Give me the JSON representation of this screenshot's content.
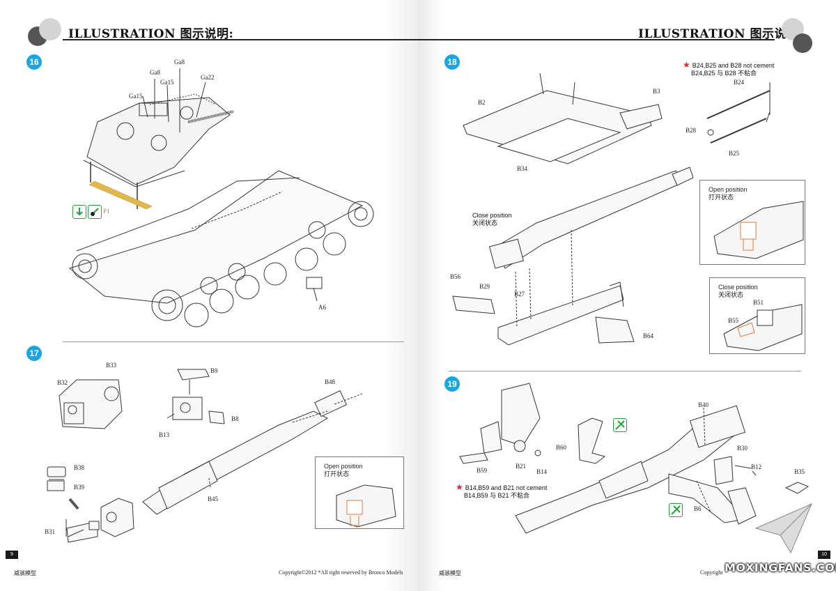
{
  "left_page": {
    "header": "ILLUSTRATION 图示说明:",
    "page_number": "9",
    "footer_left": "威骇模型",
    "footer_copyright": "Copyright©2012  *All right reserved by Bronco Models",
    "step16": {
      "number": "16",
      "labels": [
        "Ga8",
        "Ga8",
        "Ga15",
        "Ga22",
        "Ga15",
        "P1",
        "A6"
      ]
    },
    "step17": {
      "number": "17",
      "labels": [
        "B33",
        "B32",
        "B9",
        "B8",
        "B13",
        "B48",
        "B38",
        "B39",
        "B45",
        "B31"
      ],
      "inset": {
        "caption_en": "Open position",
        "caption_cn": "打开状态"
      }
    }
  },
  "right_page": {
    "header": "ILLUSTRATION 图示说明:",
    "page_number": "10",
    "footer_left": "威骇模型",
    "footer_copyright": "Copyright",
    "step18": {
      "number": "18",
      "labels": [
        "B2",
        "B3",
        "B34",
        "B24",
        "B28",
        "B25",
        "B56",
        "B29",
        "B27",
        "B64",
        "B51",
        "B55"
      ],
      "note_en": "B24,B25 and B28 not cement",
      "note_cn": "B24,B25 与 B28 不粘合",
      "close_caption_en": "Close position",
      "close_caption_cn": "关闭状态",
      "inset_open": {
        "caption_en": "Open position",
        "caption_cn": "打开状态"
      },
      "inset_close": {
        "caption_en": "Close position",
        "caption_cn": "关闭状态"
      }
    },
    "step19": {
      "number": "19",
      "labels": [
        "B40",
        "B60",
        "B30",
        "B12",
        "B59",
        "B21",
        "B14",
        "B35",
        "B6"
      ],
      "note_en": "B14,B59 and B21 not cement",
      "note_cn": "B14,B59 与 B21 不粘合"
    },
    "watermark": "MOXINGFANS.COM"
  },
  "colors": {
    "step_badge": "#1aa6e0",
    "note_star": "#e0262a",
    "photo_etch": "#e2b84a",
    "symbol_green": "#22a03a",
    "highlight_orange": "#e37b3a"
  }
}
